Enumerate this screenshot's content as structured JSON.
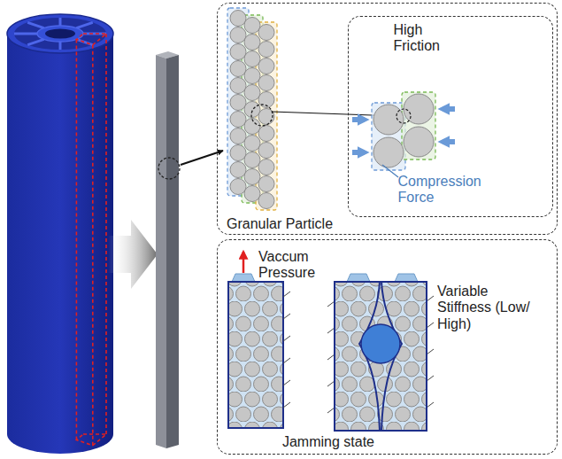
{
  "diagram": {
    "nodes": [
      {
        "text": [
          "Granular Particle"
        ]
      },
      {
        "text": [
          "High Friction",
          "Compression Force"
        ],
        "in": 0
      },
      {
        "text": [
          "Vaccum Pressure",
          "Variable Stiffness (Low/ High)",
          "Jamming state"
        ]
      }
    ]
  }
}
